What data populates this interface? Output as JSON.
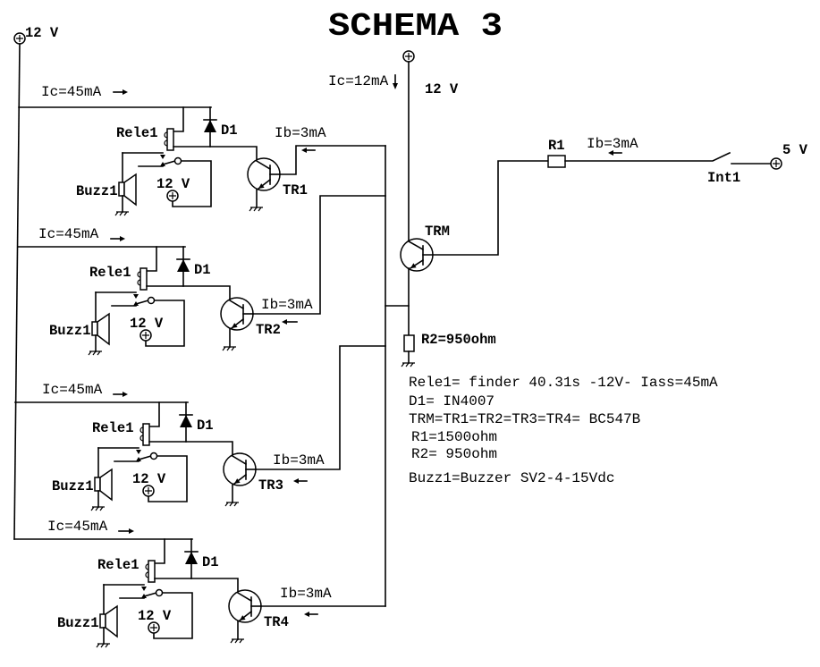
{
  "title": "SCHEMA 3",
  "main_supply": {
    "label": "12 V"
  },
  "stages": [
    {
      "current_ic": "Ic=45mA",
      "current_ib": "Ib=3mA",
      "relay": "Rele1",
      "diode": "D1",
      "buzzer": "Buzz1",
      "supply": "12 V",
      "transistor": "TR1"
    },
    {
      "current_ic": "Ic=45mA",
      "current_ib": "Ib=3mA",
      "relay": "Rele1",
      "diode": "D1",
      "buzzer": "Buzz1",
      "supply": "12 V",
      "transistor": "TR2"
    },
    {
      "current_ic": "Ic=45mA",
      "current_ib": "Ib=3mA",
      "relay": "Rele1",
      "diode": "D1",
      "buzzer": "Buzz1",
      "supply": "12 V",
      "transistor": "TR3"
    },
    {
      "current_ic": "Ic=45mA",
      "current_ib": "Ib=3mA",
      "relay": "Rele1",
      "diode": "D1",
      "buzzer": "Buzz1",
      "supply": "12 V",
      "transistor": "TR4"
    }
  ],
  "master": {
    "supply": "12 V",
    "current_ic": "Ic=12mA",
    "transistor": "TRM",
    "r2_label": "R2=950ohm",
    "r1_label": "R1",
    "current_ib": "Ib=3mA",
    "switch_label": "Int1",
    "input_label": "5 V"
  },
  "notes": [
    "Rele1= finder 40.31s -12V- Iass=45mA",
    "D1= IN4007",
    "TRM=TR1=TR2=TR3=TR4= BC547B",
    "R1=1500ohm",
    "R2= 950ohm",
    "Buzz1=Buzzer SV2-4-15Vdc"
  ]
}
